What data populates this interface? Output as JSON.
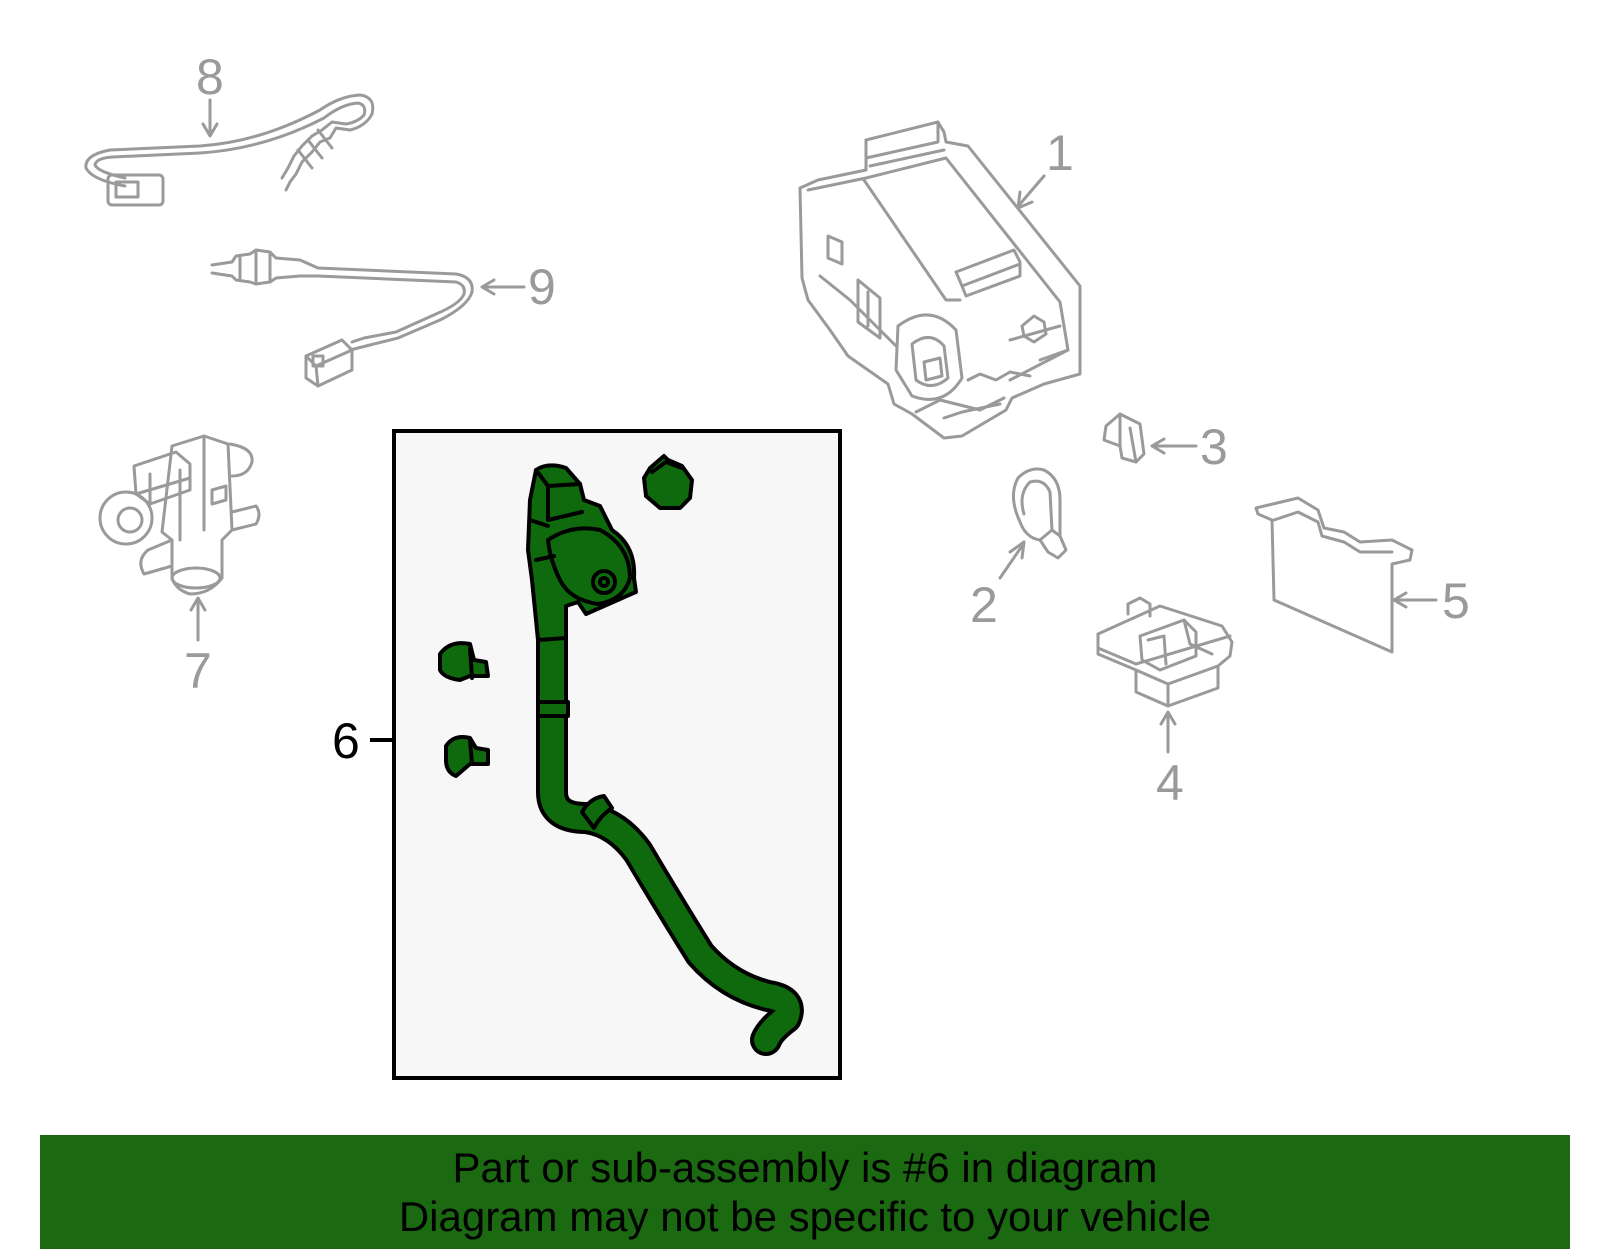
{
  "diagram": {
    "colors": {
      "other_parts_stroke": "#9a9a9a",
      "highlight_fill": "#0e6a0c",
      "highlight_stroke": "#000000",
      "callout_box_fill": "#f7f7f7",
      "banner_background": "#1b6a12"
    },
    "callouts": {
      "c1": "1",
      "c2": "2",
      "c3": "3",
      "c4": "4",
      "c5": "5",
      "c6": "6",
      "c7": "7",
      "c8": "8",
      "c9": "9"
    },
    "highlighted_part": "6"
  },
  "banner": {
    "line1": "Part or sub-assembly is #6 in diagram",
    "line2": "Diagram may not be specific to your vehicle"
  }
}
